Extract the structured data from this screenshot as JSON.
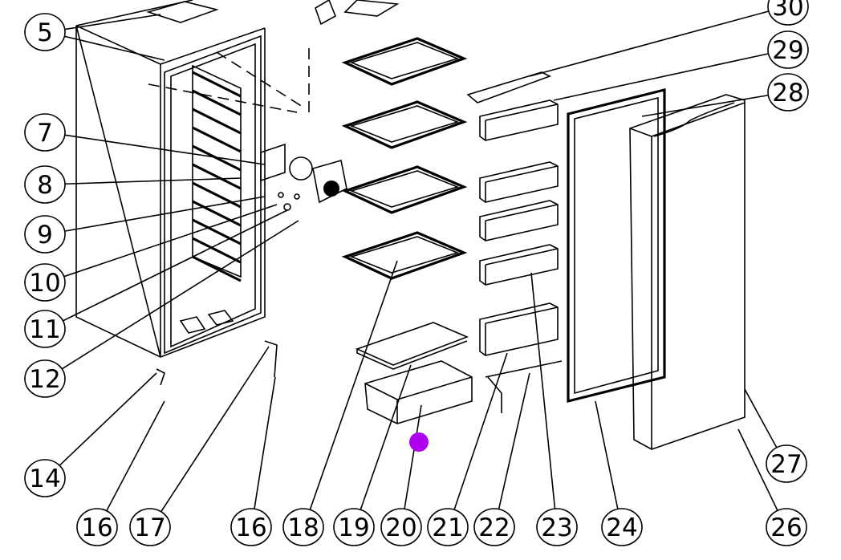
{
  "diagram": {
    "type": "exploded-parts-view",
    "callouts": [
      "5",
      "7",
      "8",
      "9",
      "10",
      "11",
      "12",
      "14",
      "16",
      "17",
      "16",
      "18",
      "19",
      "20",
      "21",
      "22",
      "23",
      "24",
      "26",
      "27",
      "28",
      "29",
      "30"
    ],
    "marker_color": "#b000f0"
  }
}
